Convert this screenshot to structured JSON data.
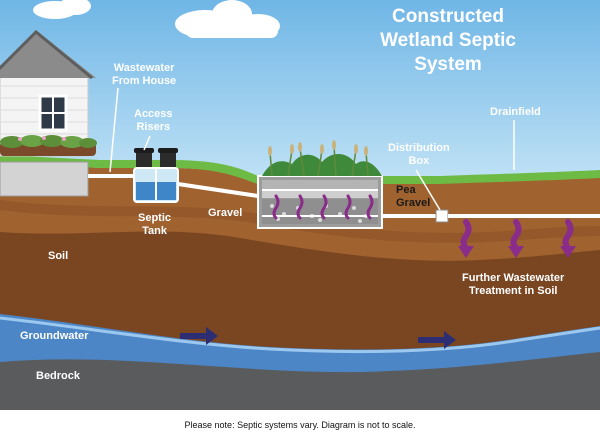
{
  "title": {
    "line1": "Constructed",
    "line2": "Wetland Septic",
    "line3": "System"
  },
  "labels": {
    "wastewater_from_house": [
      "Wastewater",
      "From House"
    ],
    "access_risers": [
      "Access",
      "Risers"
    ],
    "septic_tank": [
      "Septic",
      "Tank"
    ],
    "gravel": "Gravel",
    "pea_gravel": [
      "Pea",
      "Gravel"
    ],
    "distribution_box": [
      "Distribution",
      "Box"
    ],
    "drainfield": "Drainfield",
    "soil": "Soil",
    "further_treatment": [
      "Further Wastewater",
      "Treatment in Soil"
    ],
    "groundwater": "Groundwater",
    "bedrock": "Bedrock"
  },
  "footnote": "Please note: Septic systems vary. Diagram is not to scale.",
  "colors": {
    "sky": "#8ec9ec",
    "grass": "#6dbb45",
    "topsoil": "#a0622f",
    "deep_soil": "#7a4521",
    "groundwater": "#4c86c6",
    "bedrock": "#5a5a5c",
    "arrow": "#8a2d8a",
    "flow_arrow": "#2c2d72"
  }
}
